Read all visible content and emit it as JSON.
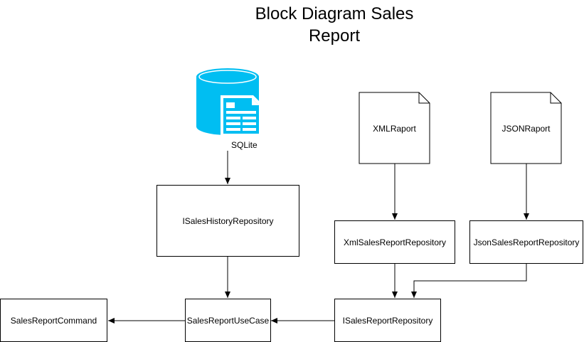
{
  "diagram": {
    "title_line1": "Block Diagram Sales",
    "title_line2": "Report",
    "database": {
      "label": "SQLite",
      "icon": "database-document-icon",
      "color": "#00BEF2"
    },
    "documents": {
      "xml": "XMLRaport",
      "json": "JSONRaport"
    },
    "boxes": {
      "sales_history_repo": "ISalesHistoryRepository",
      "xml_repo": "XmlSalesReportRepository",
      "json_repo": "JsonSalesReportRepository",
      "sales_report_repo": "ISalesReportRepository",
      "use_case": "SalesReportUseCase",
      "command": "SalesReportCommand"
    }
  }
}
